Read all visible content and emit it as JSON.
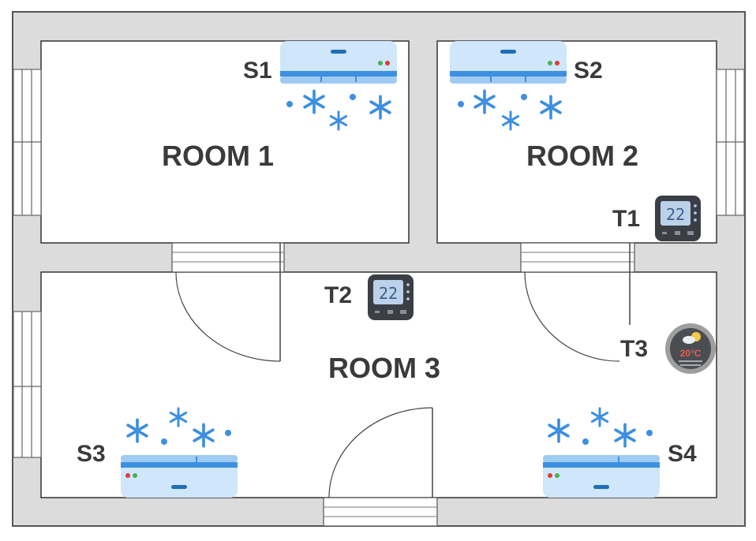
{
  "rooms": [
    {
      "label": "ROOM 1"
    },
    {
      "label": "ROOM 2"
    },
    {
      "label": "ROOM 3"
    }
  ],
  "ac_units": [
    {
      "label": "S1",
      "room": "ROOM 1"
    },
    {
      "label": "S2",
      "room": "ROOM 2"
    },
    {
      "label": "S3",
      "room": "ROOM 3"
    },
    {
      "label": "S4",
      "room": "ROOM 3"
    }
  ],
  "thermostats": [
    {
      "label": "T1",
      "room": "ROOM 2",
      "display": "22"
    },
    {
      "label": "T2",
      "room": "ROOM 3",
      "display": "22"
    },
    {
      "label": "T3",
      "room": "ROOM 3",
      "display": "20°C"
    }
  ],
  "colors": {
    "wall": "#dcdcdc",
    "outline": "#555555",
    "ac_body": "#cfe6fb",
    "ac_stripe": "#3d8fe0",
    "snow": "#3d8fe0",
    "thermostat": "#3b3f45",
    "thermostat_screen": "#bcd0ea",
    "weather_outer": "#9e9e9e",
    "weather_temp": "#e85a4f"
  }
}
